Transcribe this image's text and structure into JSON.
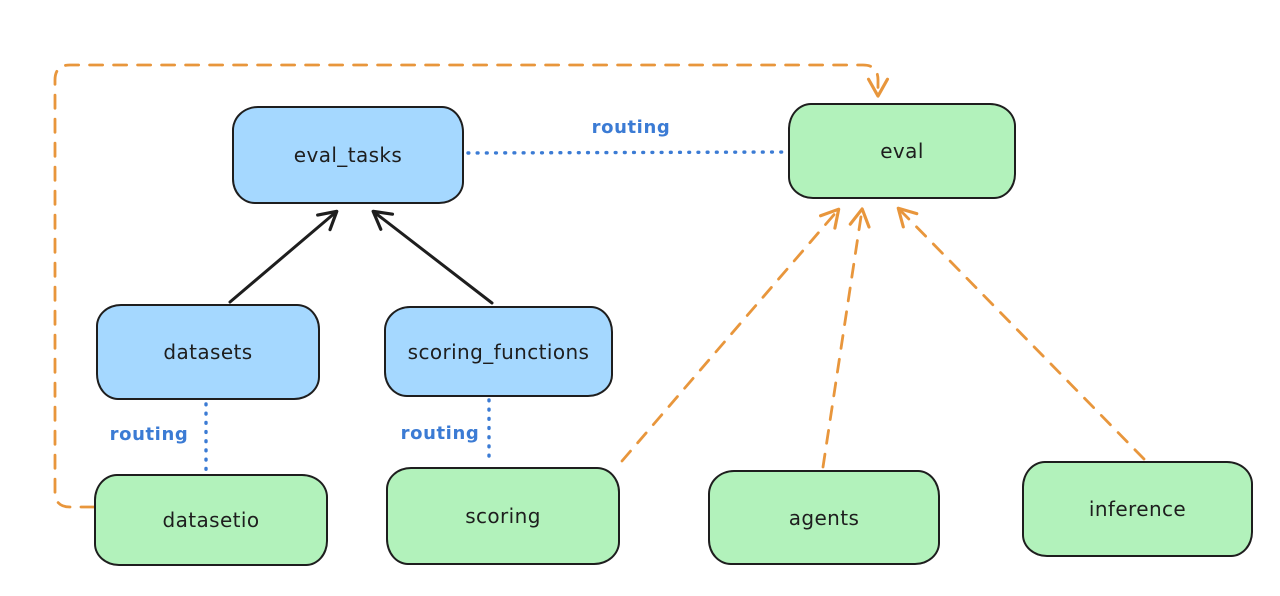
{
  "diagram": {
    "type": "architecture-diagram",
    "style": "hand-drawn",
    "colors": {
      "node_stroke": "#1e1e1e",
      "blue_fill": "#a5d8ff",
      "green_fill": "#b2f2bb",
      "routing_blue": "#3b7bd4",
      "arrow_black": "#1e1e1e",
      "arrow_orange": "#e8963c",
      "canvas_bg": "#ffffff"
    },
    "nodes": {
      "eval_tasks": {
        "label": "eval_tasks",
        "color": "blue"
      },
      "eval": {
        "label": "eval",
        "color": "green"
      },
      "datasets": {
        "label": "datasets",
        "color": "blue"
      },
      "scoring_functions": {
        "label": "scoring_functions",
        "color": "blue"
      },
      "datasetio": {
        "label": "datasetio",
        "color": "green"
      },
      "scoring": {
        "label": "scoring",
        "color": "green"
      },
      "agents": {
        "label": "agents",
        "color": "green"
      },
      "inference": {
        "label": "inference",
        "color": "green"
      }
    },
    "edges": [
      {
        "from": "datasets",
        "to": "eval_tasks",
        "style": "solid-black-arrow"
      },
      {
        "from": "scoring_functions",
        "to": "eval_tasks",
        "style": "solid-black-arrow"
      },
      {
        "from": "eval_tasks",
        "to": "eval",
        "style": "blue-dotted",
        "label": "routing"
      },
      {
        "from": "datasets",
        "to": "datasetio",
        "style": "blue-dotted",
        "label": "routing"
      },
      {
        "from": "scoring_functions",
        "to": "scoring",
        "style": "blue-dotted",
        "label": "routing"
      },
      {
        "from": "datasetio",
        "to": "eval",
        "style": "orange-dashed-arrow",
        "path": "left-top-loop"
      },
      {
        "from": "scoring",
        "to": "eval",
        "style": "orange-dashed-arrow"
      },
      {
        "from": "agents",
        "to": "eval",
        "style": "orange-dashed-arrow"
      },
      {
        "from": "inference",
        "to": "eval",
        "style": "orange-dashed-arrow"
      }
    ],
    "routing_labels": [
      {
        "text": "routing"
      },
      {
        "text": "routing"
      },
      {
        "text": "routing"
      }
    ]
  }
}
